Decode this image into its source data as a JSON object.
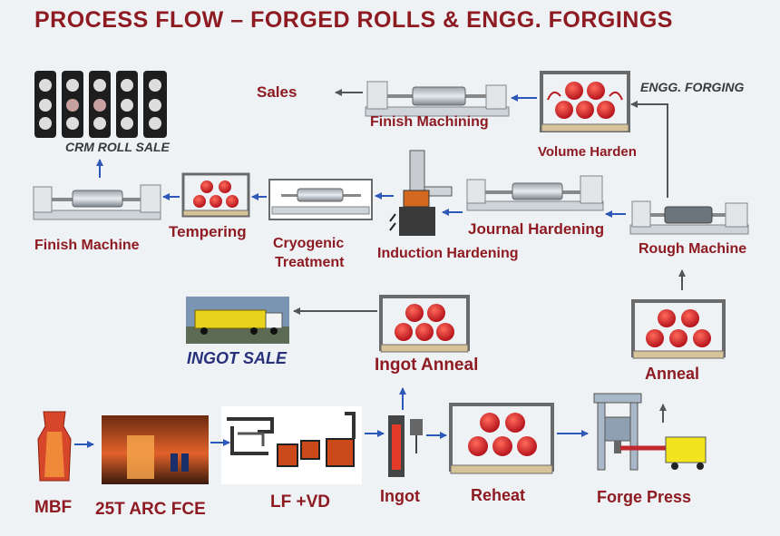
{
  "title": "PROCESS FLOW – FORGED  ROLLS & ENGG. FORGINGS",
  "labels": {
    "sales": "Sales",
    "finish_machining": "Finish Machining",
    "volume_harden": "Volume Harden",
    "engg_forging": "ENGG. FORGING",
    "crm_roll_sale": "CRM ROLL SALE",
    "finish_machine": "Finish Machine",
    "tempering": "Tempering",
    "cryogenic_line1": "Cryogenic",
    "cryogenic_line2": "Treatment",
    "induction_hardening": "Induction Hardening",
    "journal_hardening": "Journal Hardening",
    "rough_machine": "Rough Machine",
    "ingot_sale": "INGOT SALE",
    "ingot_anneal": "Ingot Anneal",
    "anneal": "Anneal",
    "mbf": "MBF",
    "arc_fce": "25T ARC FCE",
    "lf_vd": "LF +VD",
    "ingot": "Ingot",
    "reheat": "Reheat",
    "forge_press": "Forge Press"
  },
  "colors": {
    "title_red": "#8e1a22",
    "arrow_blue": "#2d57b8",
    "furnace_red": "#d8262c",
    "furnace_frame": "#6a6a6a"
  }
}
